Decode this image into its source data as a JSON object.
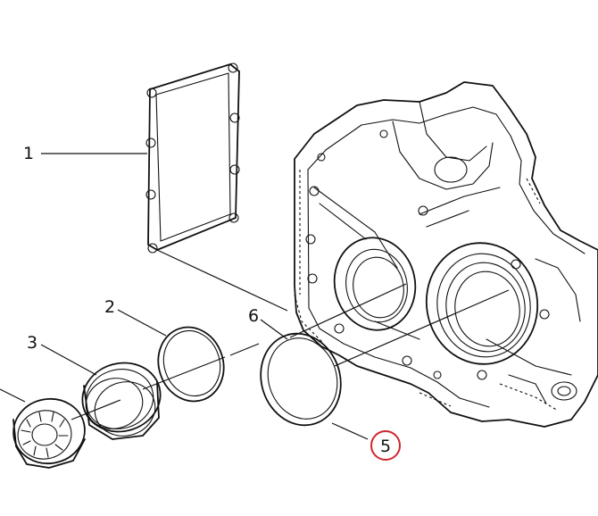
{
  "diagram": {
    "callouts": [
      {
        "id": "1",
        "label": "1"
      },
      {
        "id": "2",
        "label": "2"
      },
      {
        "id": "3",
        "label": "3"
      },
      {
        "id": "5",
        "label": "5",
        "highlighted": true,
        "highlight_color": "#d0262e"
      },
      {
        "id": "6",
        "label": "6"
      }
    ],
    "colors": {
      "line": "#111111",
      "background": "#ffffff",
      "highlight": "#d0262e"
    }
  }
}
